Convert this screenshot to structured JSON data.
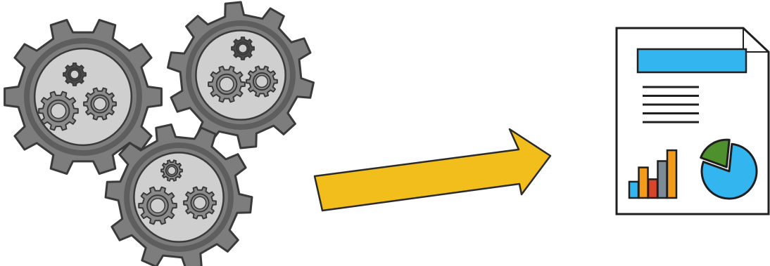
{
  "diagram": {
    "kind": "process-illustration",
    "flow": [
      "gears-cluster",
      "arrow",
      "report-document"
    ],
    "gears": {
      "count": 3,
      "inner_gears_per_big_gear": 3,
      "colors": {
        "rim": "#7d7d7d",
        "rim_dark": "#5e5e5e",
        "window": "#cfcfcf",
        "inner_gear": "#8a8a8a",
        "small_dark_gear": "#4a4a4a",
        "outline": "#3a3a3a"
      }
    },
    "arrow": {
      "direction": "right",
      "fill": "#f2be1c",
      "stroke": "#2b2b2b"
    },
    "report": {
      "page_fill": "#ffffff",
      "outline": "#1f1f1f",
      "header_bar_color": "#33b5f0",
      "text_line_count": 5,
      "bar_chart": {
        "bars": [
          {
            "level": 0.33,
            "color": "#33b5f0"
          },
          {
            "level": 0.62,
            "color": "#f39c1b"
          },
          {
            "level": 0.38,
            "color": "#d9452b"
          },
          {
            "level": 0.75,
            "color": "#7c8b96"
          },
          {
            "level": 0.97,
            "color": "#f39c1b"
          }
        ]
      },
      "pie_chart": {
        "slices": [
          {
            "fraction": 0.79,
            "color": "#33b5f0"
          },
          {
            "fraction": 0.21,
            "color": "#4e8f2e"
          }
        ]
      }
    }
  }
}
